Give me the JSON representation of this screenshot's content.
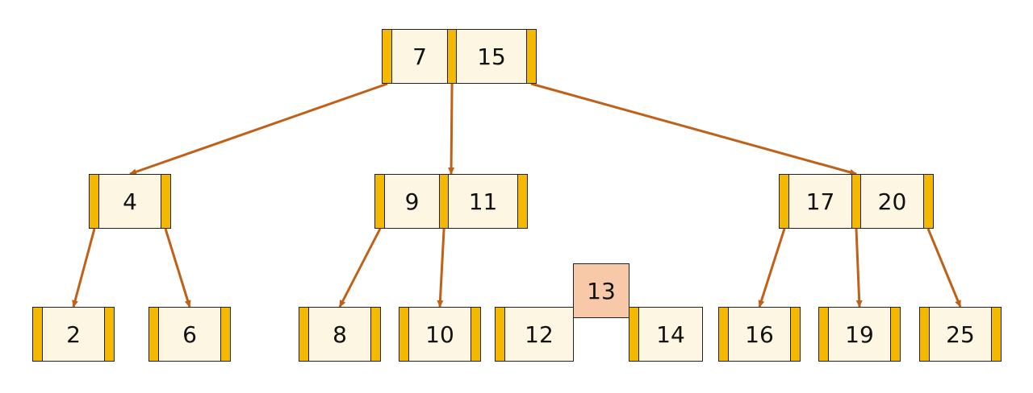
{
  "colors": {
    "pointer": "#f5b800",
    "key_bg": "#fdf6e3",
    "edge": "#c0611a",
    "highlight": "#f7c9a8"
  },
  "nodes": [
    {
      "id": "root",
      "keys": [
        "7",
        "15"
      ]
    },
    {
      "id": "n4",
      "keys": [
        "4"
      ]
    },
    {
      "id": "n9_11",
      "keys": [
        "9",
        "11"
      ]
    },
    {
      "id": "n17_20",
      "keys": [
        "17",
        "20"
      ]
    },
    {
      "id": "n2",
      "keys": [
        "2"
      ]
    },
    {
      "id": "n6",
      "keys": [
        "6"
      ]
    },
    {
      "id": "n8",
      "keys": [
        "8"
      ]
    },
    {
      "id": "n10",
      "keys": [
        "10"
      ]
    },
    {
      "id": "n12",
      "keys": [
        "12"
      ]
    },
    {
      "id": "n14",
      "keys": [
        "14"
      ]
    },
    {
      "id": "n16",
      "keys": [
        "16"
      ]
    },
    {
      "id": "n19",
      "keys": [
        "19"
      ]
    },
    {
      "id": "n25",
      "keys": [
        "25"
      ]
    }
  ],
  "highlight_key": "13",
  "edges": [
    {
      "from": "root",
      "to": "n4"
    },
    {
      "from": "root",
      "to": "n9_11"
    },
    {
      "from": "root",
      "to": "n17_20"
    },
    {
      "from": "n4",
      "to": "n2"
    },
    {
      "from": "n4",
      "to": "n6"
    },
    {
      "from": "n9_11",
      "to": "n8"
    },
    {
      "from": "n9_11",
      "to": "n10"
    },
    {
      "from": "n17_20",
      "to": "n16"
    },
    {
      "from": "n17_20",
      "to": "n19"
    },
    {
      "from": "n17_20",
      "to": "n25"
    }
  ]
}
